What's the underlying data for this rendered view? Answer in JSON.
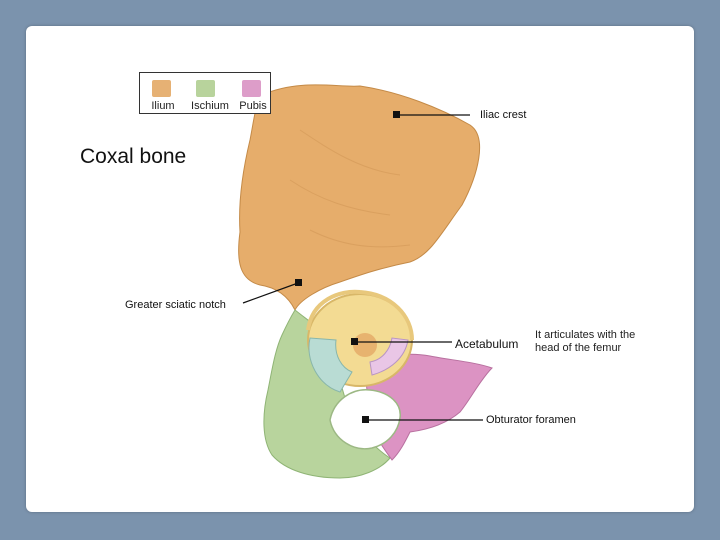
{
  "legend": {
    "items": [
      {
        "label": "Ilium",
        "color": "#e6b174"
      },
      {
        "label": "Ischium",
        "color": "#b8d39c"
      },
      {
        "label": "Pubis",
        "color": "#dd9dc9"
      }
    ]
  },
  "title": "Coxal bone",
  "labels": {
    "iliac_crest": "Iliac crest",
    "greater_sciatic_notch": "Greater sciatic notch",
    "acetabulum": "Acetabulum",
    "acetabulum_note": "It articulates with the head of the femur",
    "obturator_foramen": "Obturator foramen"
  },
  "colors": {
    "background": "#7b93ad",
    "ilium": "#e5ae6c",
    "ischium": "#b5d49b",
    "pubis": "#d990c0"
  }
}
